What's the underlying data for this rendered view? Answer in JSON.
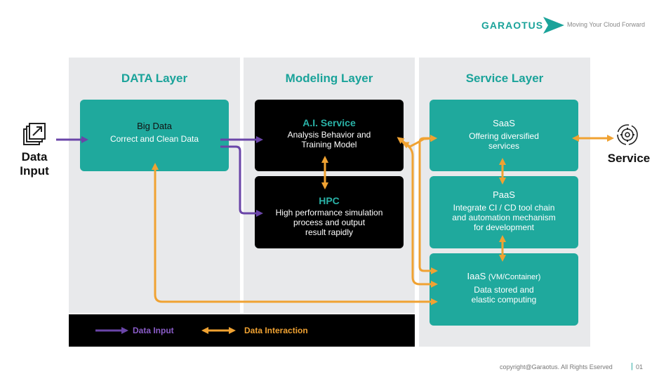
{
  "brand": {
    "name": "GARAOTUS",
    "tagline": "Moving Your Cloud Forward"
  },
  "colors": {
    "teal": "#1fa99d",
    "title_teal": "#1aa39a",
    "purple": "#6a45a8",
    "orange": "#f0a232",
    "panel": "#e8e9eb"
  },
  "layers": {
    "data": "DATA Layer",
    "modeling": "Modeling Layer",
    "service": "Service Layer"
  },
  "input": {
    "label": "Data\nInput",
    "icon": "file-export-icon"
  },
  "output": {
    "label": "Service",
    "icon": "gear-sync-icon"
  },
  "boxes": {
    "big_data": {
      "title": "Big Data",
      "desc": "Correct and Clean Data"
    },
    "ai_service": {
      "title": "A.I. Service",
      "desc": "Analysis Behavior and\nTraining Model"
    },
    "hpc": {
      "title": "HPC",
      "desc": "High performance simulation\nprocess and output\nresult rapidly"
    },
    "saas": {
      "title": "SaaS",
      "desc": "Offering diversified\nservices"
    },
    "paas": {
      "title": "PaaS",
      "desc": "Integrate CI / CD tool chain\nand automation mechanism\nfor development"
    },
    "iaas": {
      "title": "IaaS",
      "title_suffix": "(VM/Container)",
      "desc": "Data stored and\nelastic computing"
    }
  },
  "legend": {
    "data_input": "Data Input",
    "data_interaction": "Data Interaction"
  },
  "footer": {
    "copyright": "copyright@Garaotus. All Rights Eserved",
    "page": "01"
  }
}
